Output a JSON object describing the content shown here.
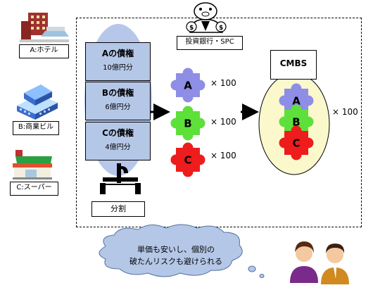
{
  "assets": [
    {
      "label": "A:ホテル"
    },
    {
      "label": "B:商業ビル"
    },
    {
      "label": "C:スーパー"
    }
  ],
  "spc_label": "投資銀行・SPC",
  "claims": [
    {
      "name": "Aの債権",
      "amount": "10億円分"
    },
    {
      "name": "Bの債権",
      "amount": "6億円分"
    },
    {
      "name": "Cの債権",
      "amount": "4億円分"
    }
  ],
  "split_label": "分割",
  "pieces": [
    {
      "letter": "A",
      "times": "× 100",
      "color": "#8e8ee6"
    },
    {
      "letter": "B",
      "times": "× 100",
      "color": "#5ee03a"
    },
    {
      "letter": "C",
      "times": "× 100",
      "color": "#ee1c1c"
    }
  ],
  "cmbs_label": "CMBS",
  "cmbs_times": "× 100",
  "cloud_text": [
    "単価も安いし、個別の",
    "破たんリスクも避けられる"
  ],
  "colors": {
    "claim_bg": "#b4c7e7",
    "ellipse": "#a9bde6",
    "cmbs_ellipse": "#fbf8cc"
  }
}
